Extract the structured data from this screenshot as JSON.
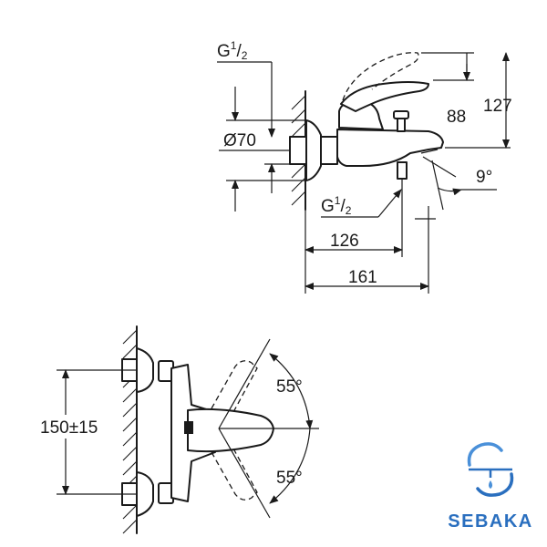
{
  "labels": {
    "thread_top": {
      "main": "G",
      "sup": "1",
      "sub": "2"
    },
    "thread_bottom": {
      "main": "G",
      "sup": "1",
      "sub": "2"
    },
    "diameter": "Ø70",
    "height_outlet": "88",
    "height_total": "127",
    "spout_angle": "9°",
    "depth_outlet": "126",
    "depth_total": "161",
    "centers": "150±15",
    "lever_up": "55°",
    "lever_down": "55°"
  },
  "brand": {
    "name": "SEBAKA",
    "logo_icon": "water-drop-swirl-icon",
    "color": "#2a6fbf",
    "accent": "#4a90d9"
  }
}
